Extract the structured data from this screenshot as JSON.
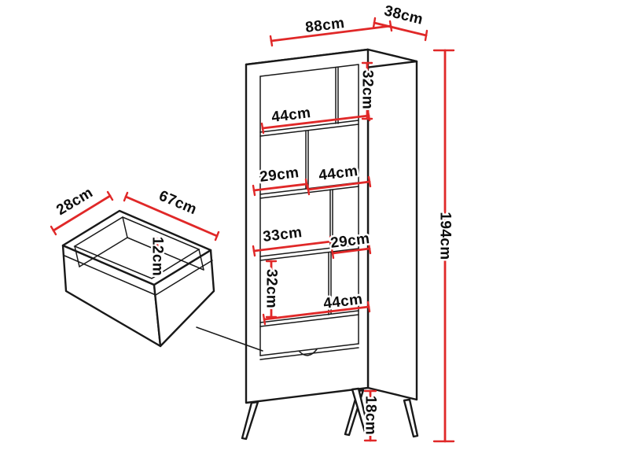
{
  "diagram": {
    "background": "#ffffff",
    "outline_color": "#191919",
    "dimension_color": "#e02828",
    "cabinet": {
      "width": "88cm",
      "depth": "38cm",
      "height": "194cm",
      "leg_height": "18cm",
      "top_right_cubby_height": "32cm",
      "top_shelf_width": "44cm",
      "row2_left_width": "29cm",
      "row2_right_width": "44cm",
      "row3_left_width": "33cm",
      "row3_right_width": "29cm",
      "row4_cubby_height": "32cm",
      "bottom_shelf_width": "44cm"
    },
    "drawer": {
      "depth": "28cm",
      "width": "67cm",
      "height": "12cm"
    }
  }
}
